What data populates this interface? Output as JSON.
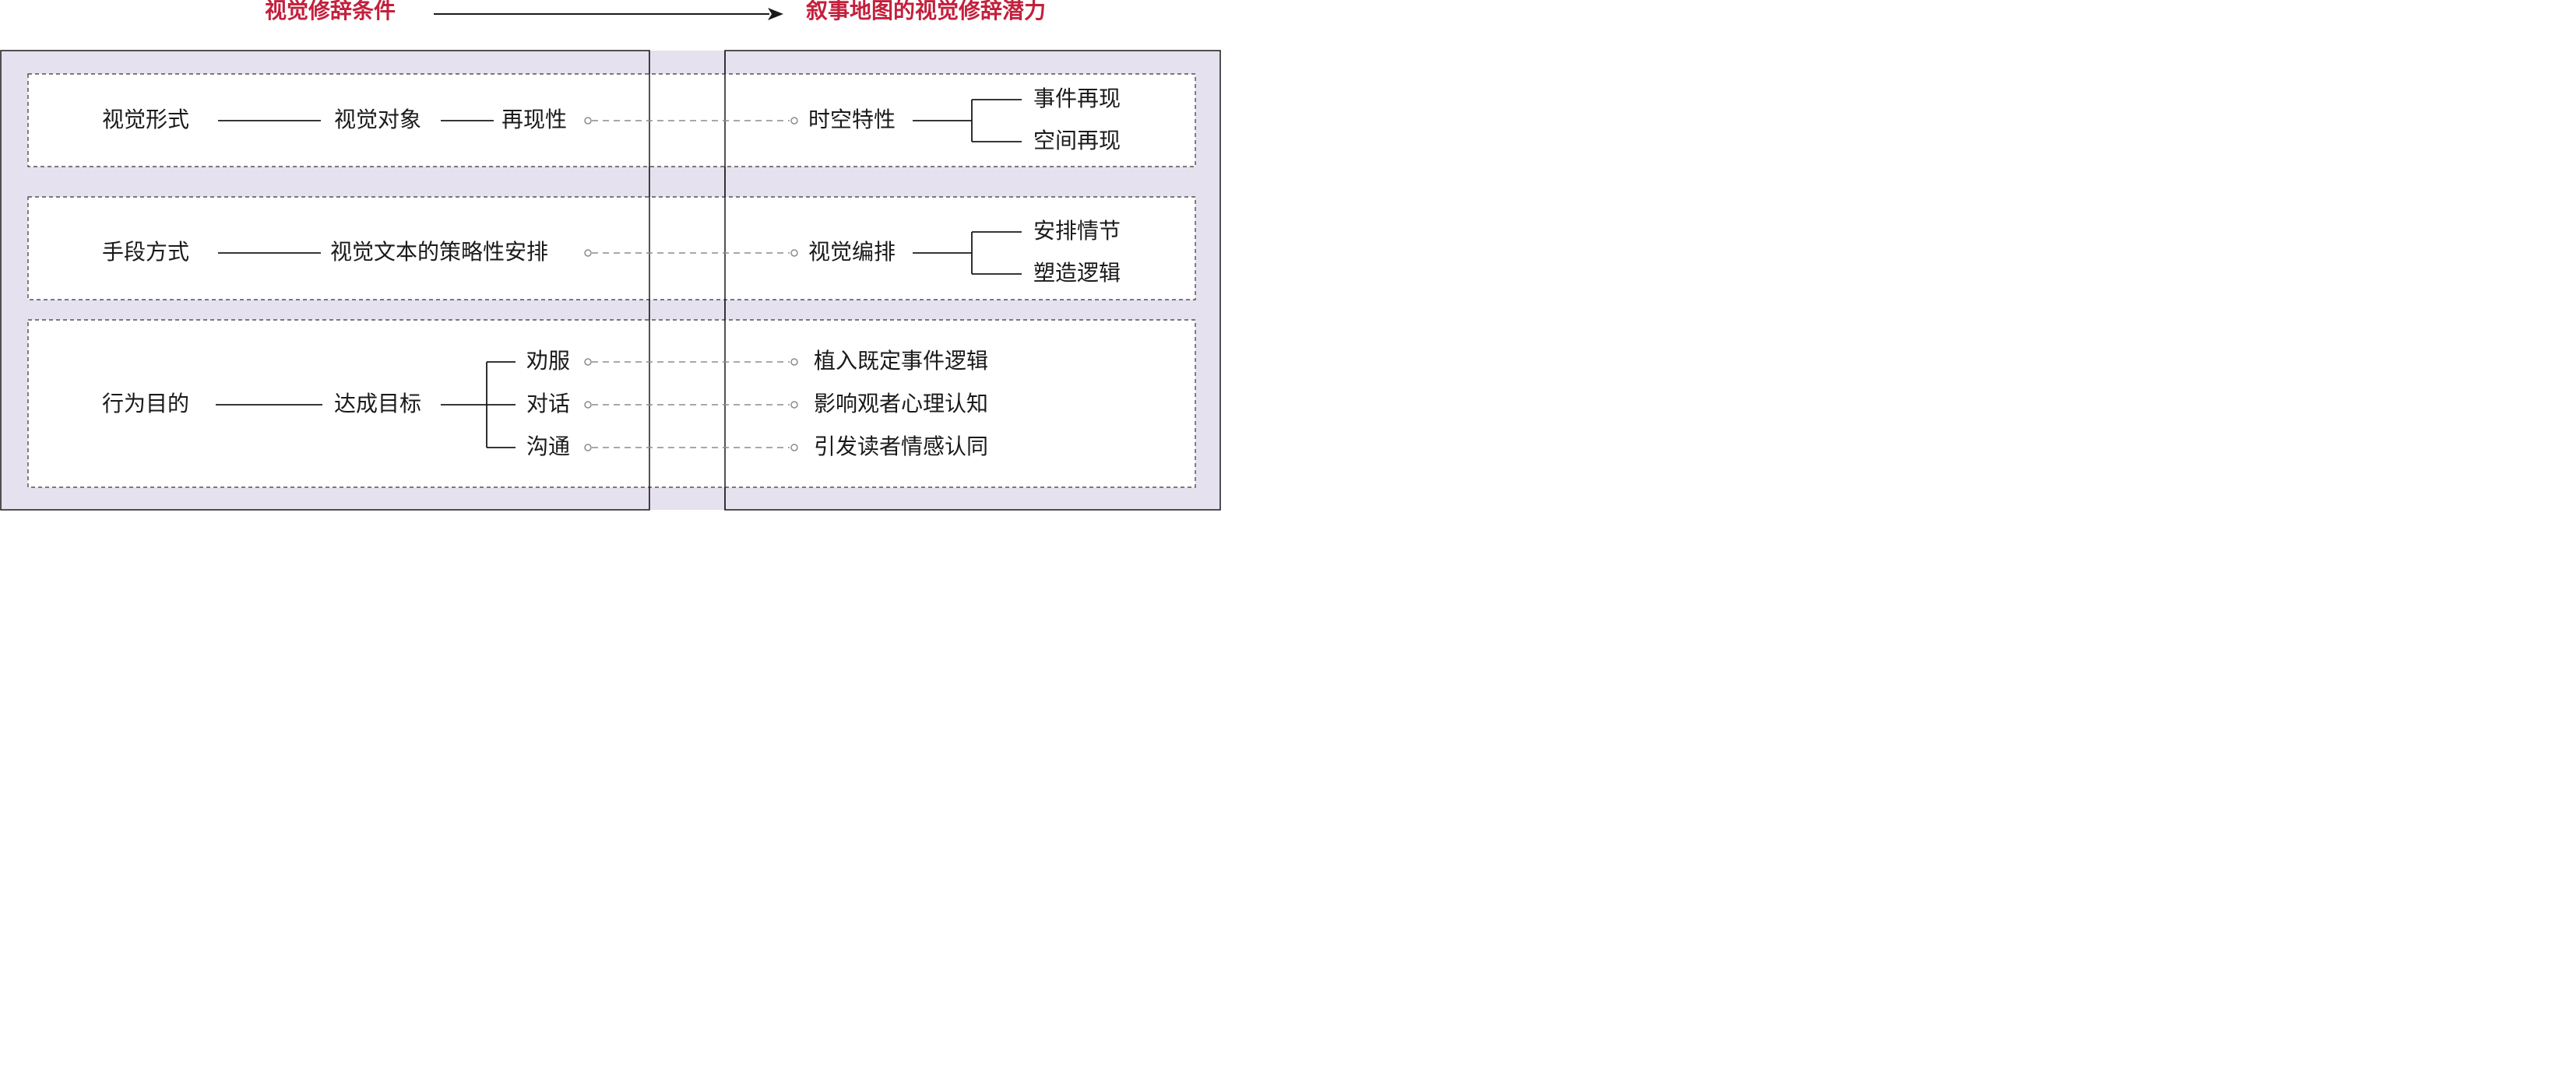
{
  "header": {
    "left_title": "视觉修辞条件",
    "right_title": "叙事地图的视觉修辞潜力"
  },
  "rows": [
    {
      "category": "视觉形式",
      "middle": "视觉对象",
      "endpoint": "再现性",
      "target": "时空特性",
      "target_branches": [
        "事件再现",
        "空间再现"
      ]
    },
    {
      "category": "手段方式",
      "middle": "视觉文本的策略性安排",
      "target": "视觉编排",
      "target_branches": [
        "安排情节",
        "塑造逻辑"
      ]
    },
    {
      "category": "行为目的",
      "middle": "达成目标",
      "endpoint_branches": [
        "劝服",
        "对话",
        "沟通"
      ],
      "targets": [
        "植入既定事件逻辑",
        "影响观者心理认知",
        "引发读者情感认同"
      ]
    }
  ],
  "colors": {
    "title": "#c3203c",
    "panel_fill": "#e6e1ee",
    "line": "#1a1a1a",
    "dashed_connector": "#8c8c8c"
  }
}
